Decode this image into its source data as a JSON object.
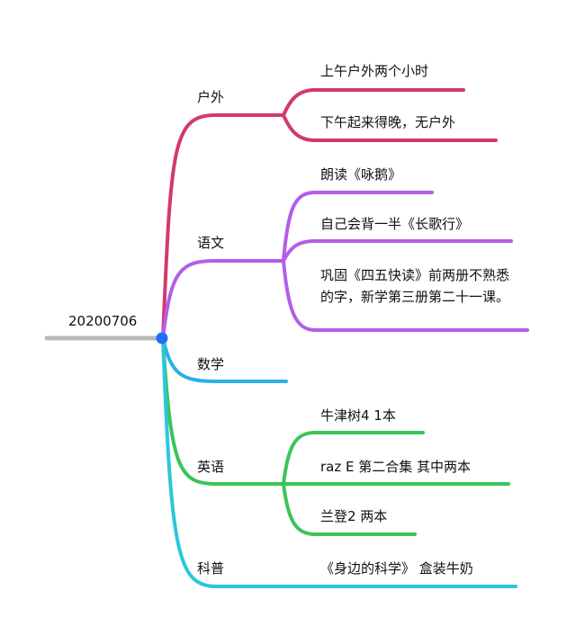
{
  "root": {
    "label": "20200706",
    "color": "#b9b9b9",
    "dot_color": "#1f6fff"
  },
  "branches": [
    {
      "label": "户外",
      "color": "#d23a6c",
      "children": [
        {
          "label": "上午户外两个小时"
        },
        {
          "label": "下午起来得晚，无户外"
        }
      ]
    },
    {
      "label": "语文",
      "color": "#b35ee8",
      "children": [
        {
          "label": "朗读《咏鹅》"
        },
        {
          "label": "自己会背一半《长歌行》"
        },
        {
          "label": "巩固《四五快读》前两册不熟悉的字，新学第三册第二十一课。"
        }
      ]
    },
    {
      "label": "数学",
      "color": "#2ab0e8",
      "children": []
    },
    {
      "label": "英语",
      "color": "#3cc45a",
      "children": [
        {
          "label": "牛津树4 1本"
        },
        {
          "label": "raz E 第二合集 其中两本"
        },
        {
          "label": "兰登2 两本"
        }
      ]
    },
    {
      "label": "科普",
      "color": "#2bc7dc",
      "children": [
        {
          "label": "《身边的科学》 盒装牛奶"
        }
      ]
    }
  ]
}
